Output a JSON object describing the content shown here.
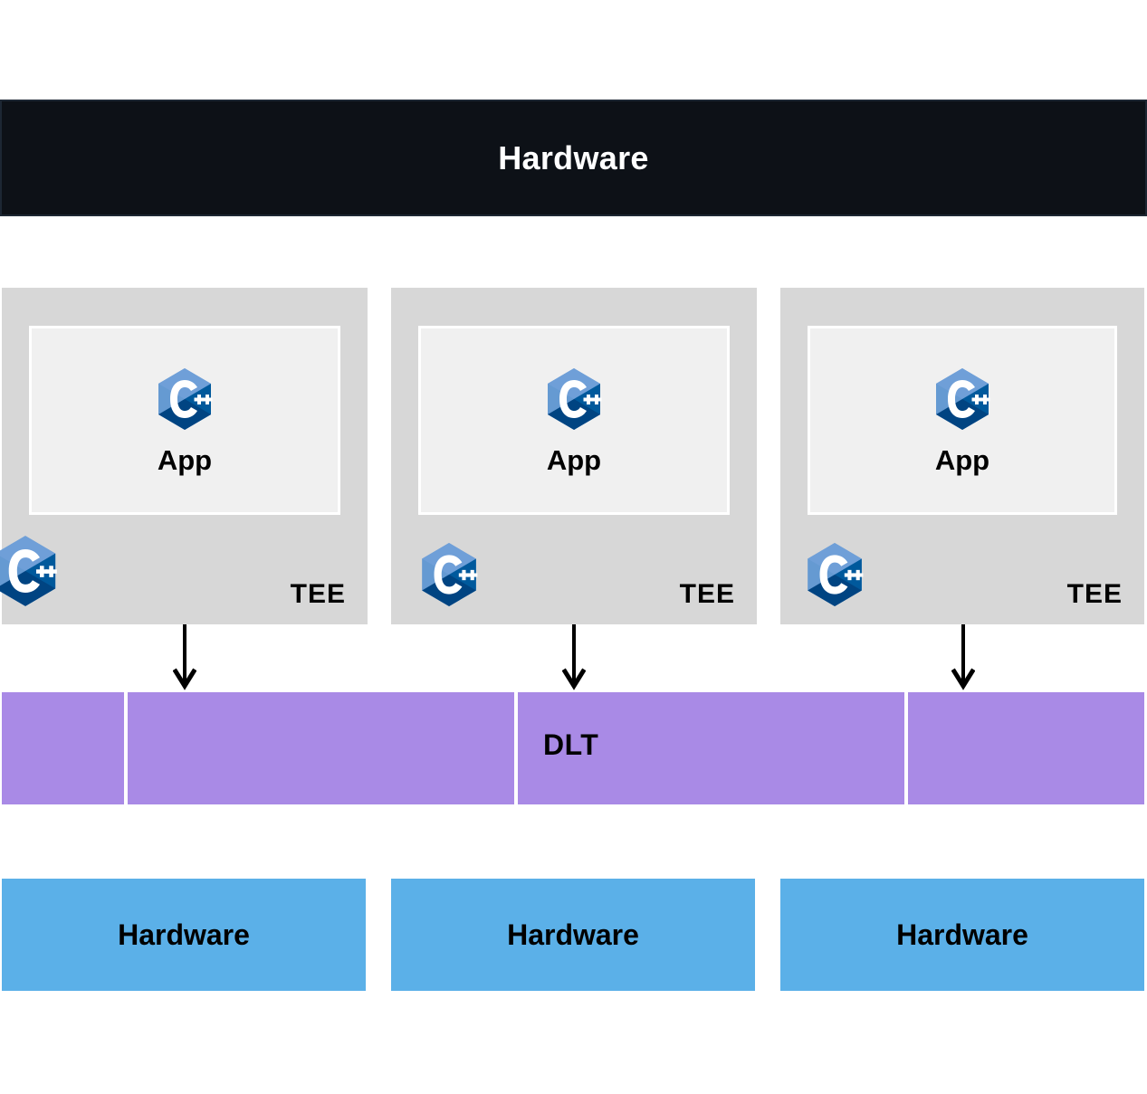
{
  "diagram": {
    "title": "TEE / DLT layered architecture",
    "colors": {
      "hardware_bar_bg": "#0d1117",
      "hardware_bar_border": "#1d2733",
      "hardware_bar_text": "#ffffff",
      "tee_bg": "#d7d7d7",
      "app_box_bg": "#f0f0f0",
      "app_box_border": "#ffffff",
      "dlt_purple": "#a98ae6",
      "hardware_box_blue": "#5bb0e8",
      "text_black": "#000000",
      "cpp_logo_light": "#659ad2",
      "cpp_logo_mid": "#5287c4",
      "cpp_logo_dark": "#00599c",
      "cpp_logo_darker": "#004482",
      "page_bg": "#ffffff"
    }
  },
  "header": {
    "label": "Hardware",
    "icon": "none"
  },
  "enclaves": [
    {
      "id": "tee-1",
      "tee_label": "TEE",
      "app_label": "App",
      "app_icon": "cplusplus-logo-icon",
      "corner_icon": "cplusplus-logo-icon",
      "arrow_icon": "arrow-down-icon"
    },
    {
      "id": "tee-2",
      "tee_label": "TEE",
      "app_label": "App",
      "app_icon": "cplusplus-logo-icon",
      "corner_icon": "cplusplus-logo-icon",
      "arrow_icon": "arrow-down-icon"
    },
    {
      "id": "tee-3",
      "tee_label": "TEE",
      "app_label": "App",
      "app_icon": "cplusplus-logo-icon",
      "corner_icon": "cplusplus-logo-icon",
      "arrow_icon": "arrow-down-icon"
    }
  ],
  "ledger": {
    "label": "DLT",
    "segment_count": 4
  },
  "hardware_nodes": [
    {
      "label": "Hardware"
    },
    {
      "label": "Hardware"
    },
    {
      "label": "Hardware"
    }
  ]
}
